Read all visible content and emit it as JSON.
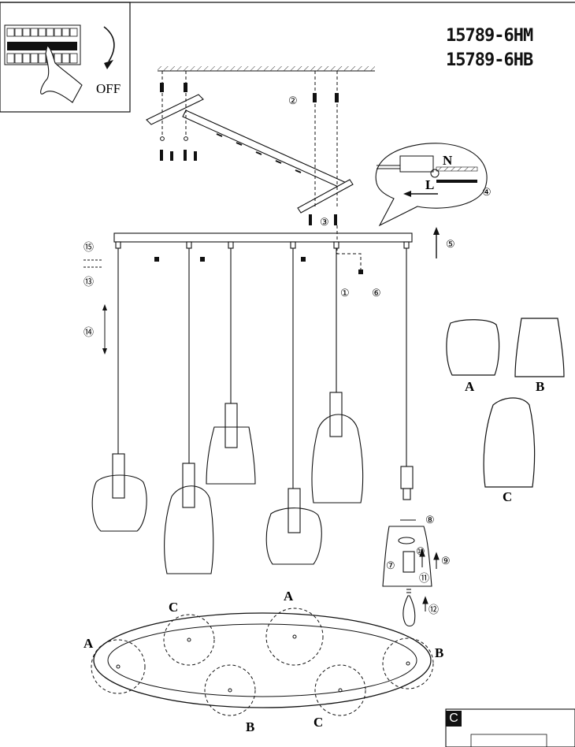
{
  "models": [
    "15789-6HM",
    "15789-6HB"
  ],
  "power_label": "OFF",
  "wire_labels": {
    "neutral": "N",
    "live": "L"
  },
  "steps": [
    "①",
    "②",
    "③",
    "④",
    "⑤",
    "⑥",
    "⑦",
    "⑧",
    "⑨",
    "⑩",
    "⑪",
    "⑫",
    "⑬",
    "⑭",
    "⑮"
  ],
  "shade_types": [
    "A",
    "B",
    "C"
  ],
  "layout_labels": [
    "A",
    "C",
    "A",
    "B",
    "B",
    "C"
  ],
  "badge": "C"
}
